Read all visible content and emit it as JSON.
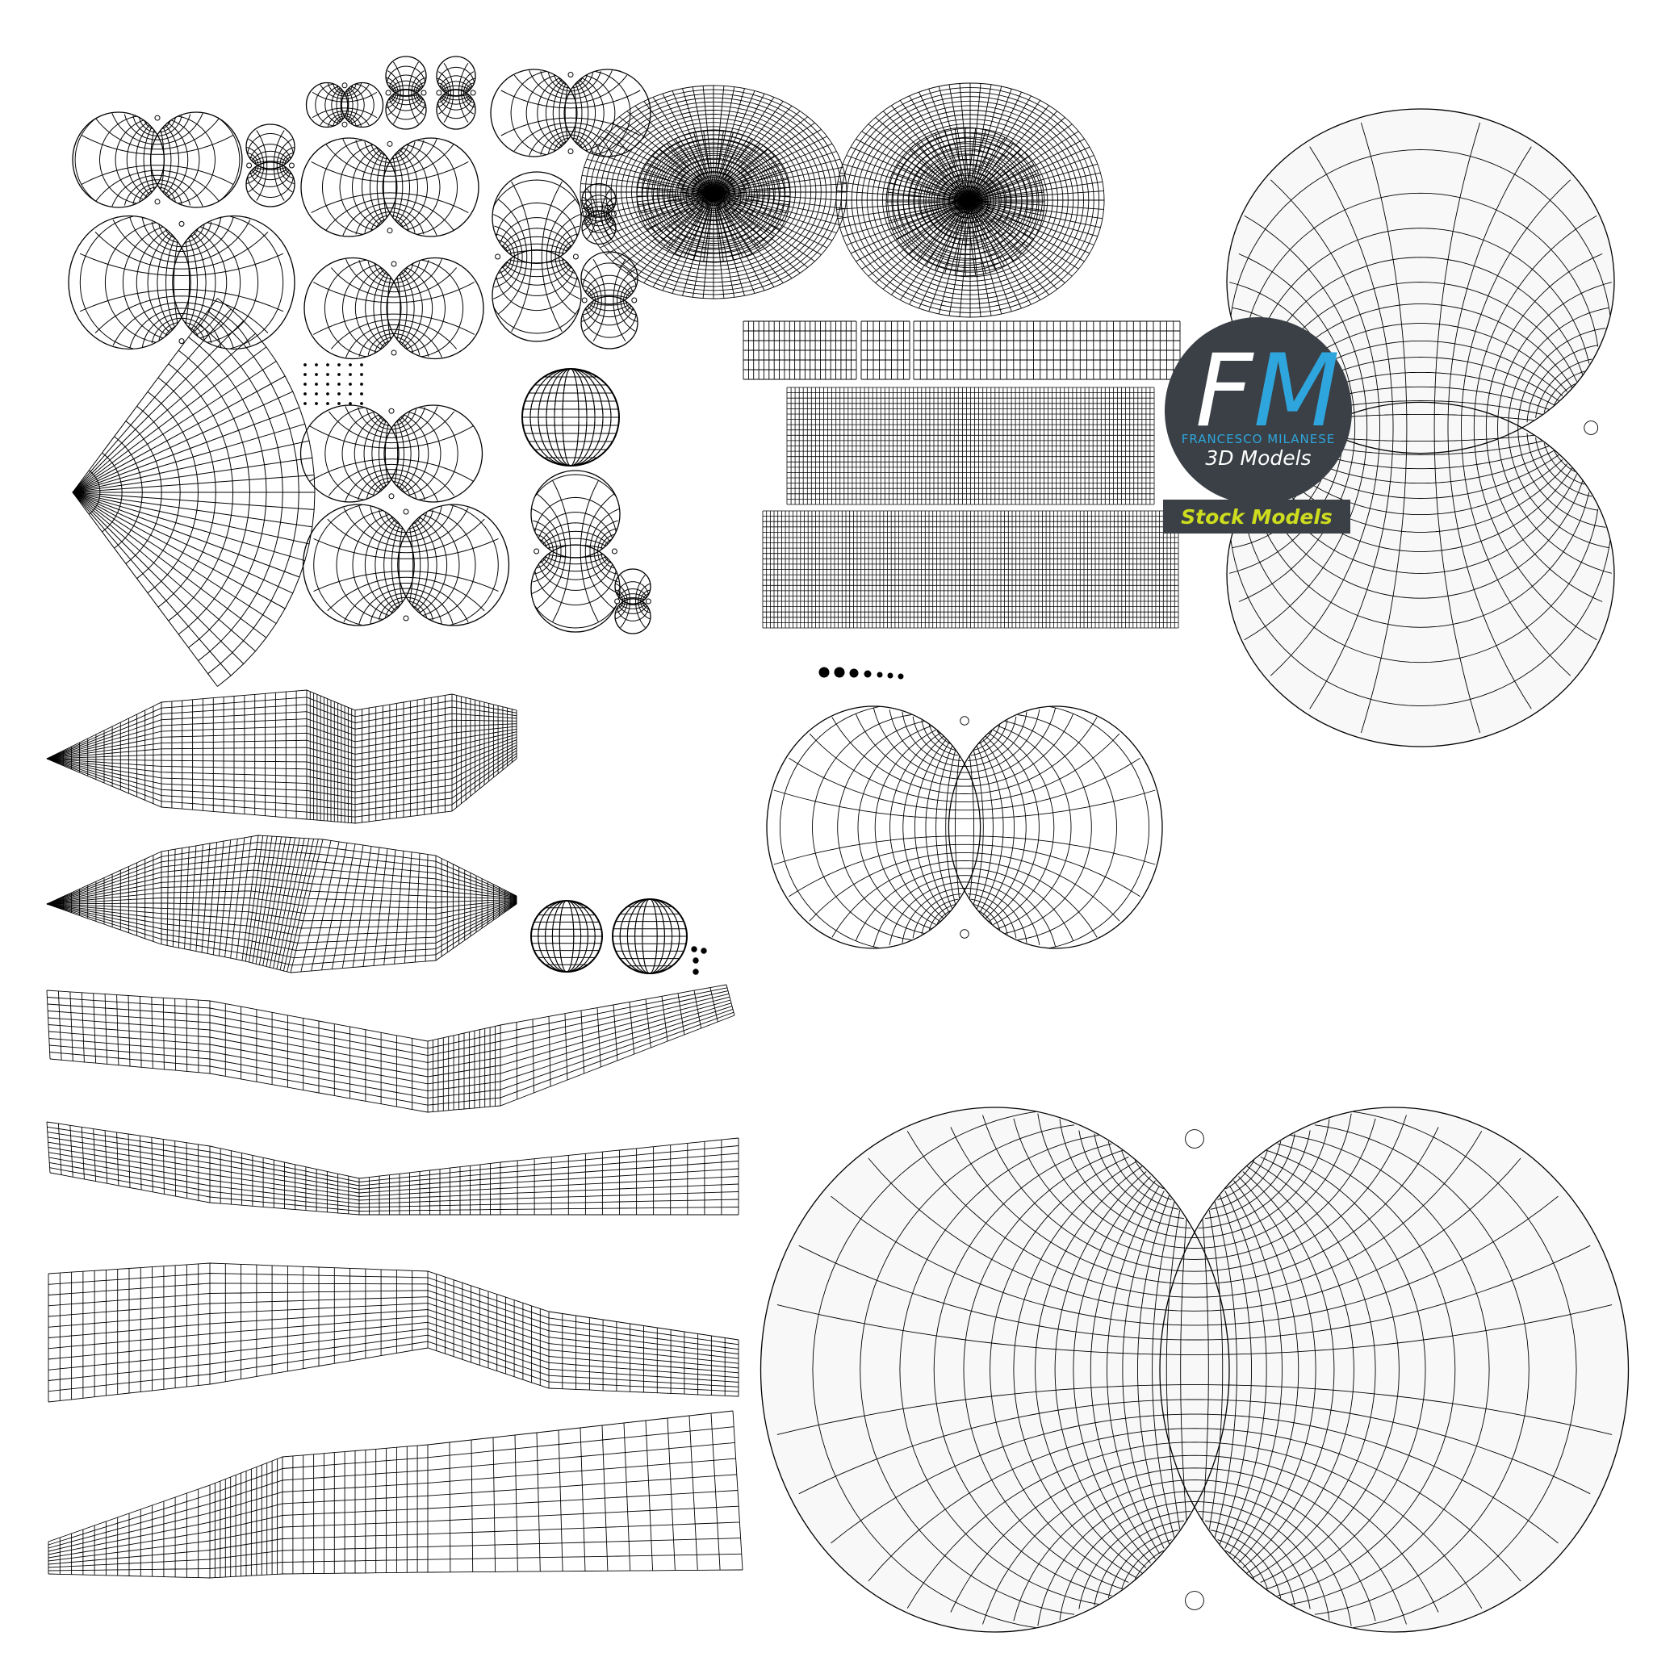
{
  "image": {
    "description_type": "uv-layout-wireframe",
    "background": "#ffffff",
    "line_color": "#000000"
  },
  "watermark": {
    "letter_f": "F",
    "letter_m": "M",
    "brand_name": "FRANCESCO MILANESE",
    "tagline": "3D Models",
    "banner": "Stock Models",
    "colors": {
      "circle": "#3a4045",
      "m": "#2ea6dd",
      "banner_text": "#cddc1f"
    }
  }
}
